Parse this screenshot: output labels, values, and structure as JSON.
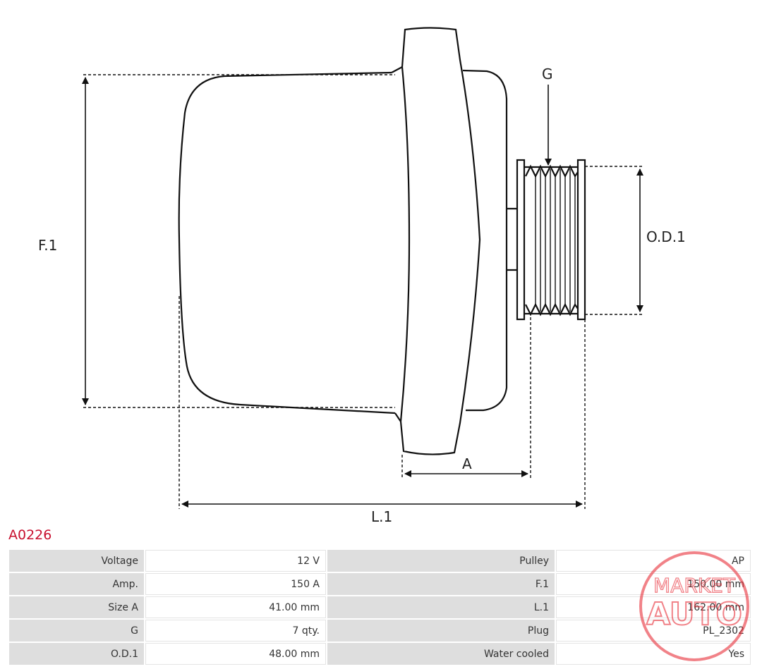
{
  "drawing": {
    "labels": {
      "f1": "F.1",
      "g": "G",
      "od1": "O.D.1",
      "a": "A",
      "l1": "L.1"
    }
  },
  "part_code": "A0226",
  "specs": [
    {
      "left_label": "Voltage",
      "left_value": "12 V",
      "right_label": "Pulley",
      "right_value": "AP"
    },
    {
      "left_label": "Amp.",
      "left_value": "150 A",
      "right_label": "F.1",
      "right_value": "150.00 mm"
    },
    {
      "left_label": "Size A",
      "left_value": "41.00 mm",
      "right_label": "L.1",
      "right_value": "162.00 mm"
    },
    {
      "left_label": "G",
      "left_value": "7 qty.",
      "right_label": "Plug",
      "right_value": "PL_2302"
    },
    {
      "left_label": "O.D.1",
      "left_value": "48.00 mm",
      "right_label": "Water cooled",
      "right_value": "Yes"
    }
  ],
  "watermark": {
    "line1": "MARKET",
    "line2": "AUTO",
    "color": "#e8303a"
  }
}
